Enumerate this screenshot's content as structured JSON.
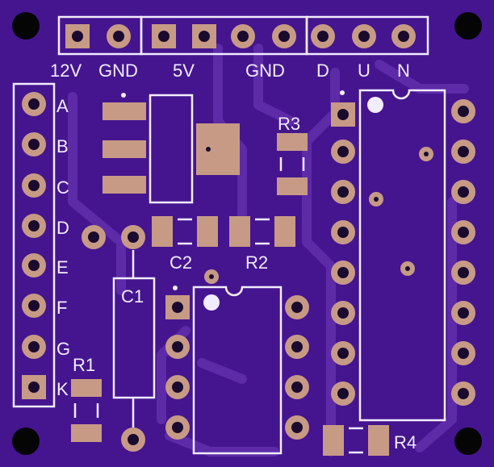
{
  "colors": {
    "board": "#45158f",
    "trace": "#5d2aa8",
    "silk": "#f2ecff",
    "pad": "#c79a86",
    "hole": "#1a0b2e",
    "mount": "#050505"
  },
  "labels": {
    "power_12v": "12V",
    "gnd_1": "GND",
    "power_5v": "5V",
    "gnd_2": "GND",
    "d": "D",
    "u": "U",
    "n": "N",
    "row_a": "A",
    "row_b": "B",
    "row_c": "C",
    "row_d": "D",
    "row_e": "E",
    "row_f": "F",
    "row_g": "G",
    "row_k": "K",
    "r1": "R1",
    "r2": "R2",
    "r3": "R3",
    "r4": "R4",
    "c1": "C1",
    "c2": "C2"
  }
}
